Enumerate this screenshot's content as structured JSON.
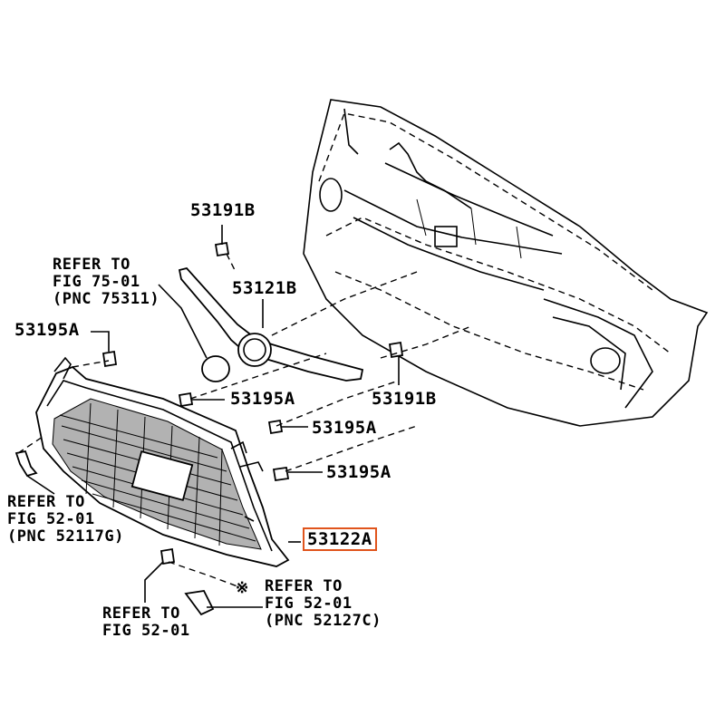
{
  "callouts": {
    "p53191b_top": "53191B",
    "p53121b": "53121B",
    "p53195a_left": "53195A",
    "p53195a_mid": "53195A",
    "p53191b_right": "53191B",
    "p53195a_right1": "53195A",
    "p53195a_right2": "53195A",
    "p53122a": "53122A"
  },
  "references": {
    "fig75": {
      "line1": "REFER TO",
      "line2": "FIG 75-01",
      "line3": "(PNC 75311)"
    },
    "fig52_left": {
      "line1": "REFER TO",
      "line2": "FIG 52-01",
      "line3": "(PNC 52117G)"
    },
    "fig52_bottom": {
      "line1": "REFER TO",
      "line2": "FIG 52-01"
    },
    "fig52_right": {
      "mark": "※",
      "line1": "REFER TO",
      "line2": "FIG 52-01",
      "line3": "(PNC 52127C)"
    }
  },
  "colors": {
    "highlight_border": "#e0541c",
    "ink": "#000000"
  }
}
